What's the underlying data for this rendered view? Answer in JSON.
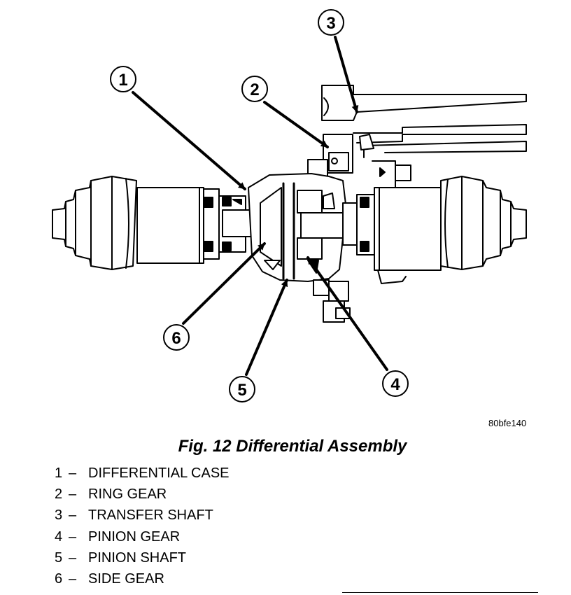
{
  "figure": {
    "caption": "Fig. 12 Differential Assembly",
    "code": "80bfe140"
  },
  "callouts": [
    "1",
    "2",
    "3",
    "4",
    "5",
    "6"
  ],
  "legend": [
    {
      "number": "1",
      "separator": "–",
      "label": "DIFFERENTIAL CASE"
    },
    {
      "number": "2",
      "separator": "–",
      "label": "RING GEAR"
    },
    {
      "number": "3",
      "separator": "–",
      "label": "TRANSFER SHAFT"
    },
    {
      "number": "4",
      "separator": "–",
      "label": "PINION GEAR"
    },
    {
      "number": "5",
      "separator": "–",
      "label": "PINION SHAFT"
    },
    {
      "number": "6",
      "separator": "–",
      "label": "SIDE GEAR"
    }
  ]
}
